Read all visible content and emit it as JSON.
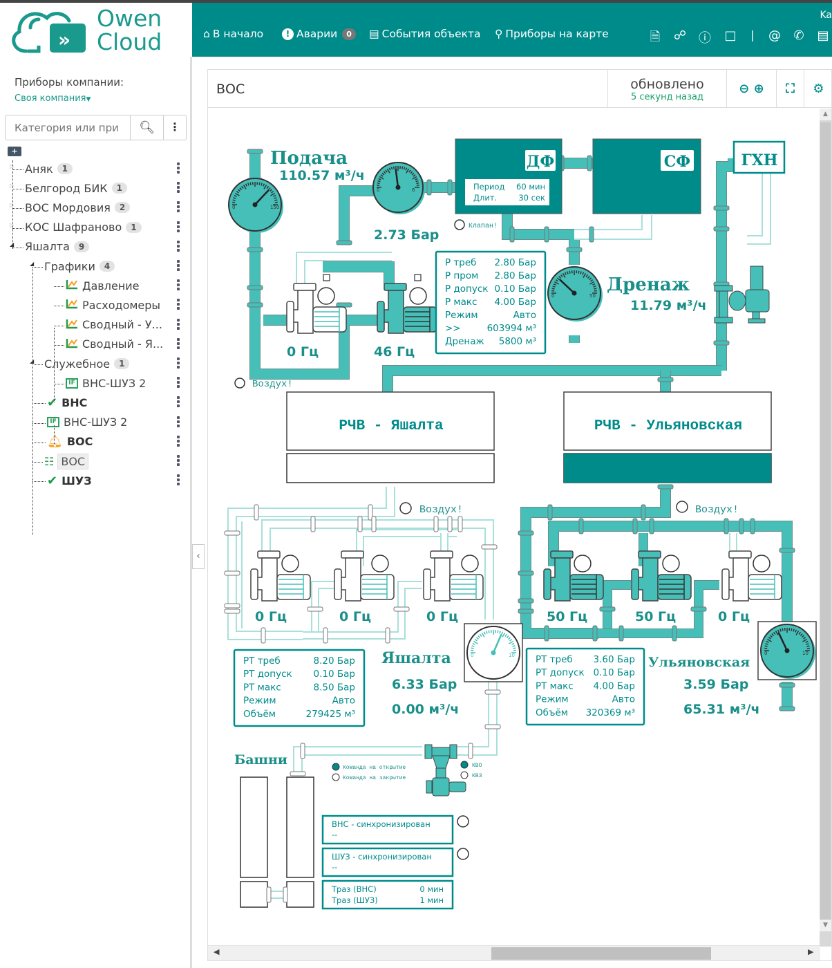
{
  "app": {
    "logo_line1": "Owen",
    "logo_line2": "Cloud"
  },
  "nav": {
    "home": "В начало",
    "alarms": "Аварии",
    "alarms_count": "0",
    "events": "События объекта",
    "map": "Приборы на карте",
    "user_initial": "Ka",
    "icons": [
      "document-icon",
      "lock-icon",
      "help-icon",
      "chat-icon",
      "separator",
      "email-icon",
      "phone-icon",
      "toolbox-icon"
    ]
  },
  "sidebar": {
    "title": "Приборы компании:",
    "company": "Своя компания",
    "search_placeholder": "Категория или при",
    "tree": [
      {
        "label": "Аняк",
        "badge": "1",
        "level": 0,
        "type": "folder"
      },
      {
        "label": "Белгород БИК",
        "badge": "1",
        "level": 0,
        "type": "folder"
      },
      {
        "label": "ВОС Мордовия",
        "badge": "2",
        "level": 0,
        "type": "folder"
      },
      {
        "label": "КОС Шафраново",
        "badge": "1",
        "level": 0,
        "type": "folder"
      },
      {
        "label": "Яшалта",
        "badge": "9",
        "level": 0,
        "type": "folder-open"
      },
      {
        "label": "Графики",
        "badge": "4",
        "level": 1,
        "type": "folder-open"
      },
      {
        "label": "Давление",
        "level": 2,
        "type": "chart"
      },
      {
        "label": "Расходомеры",
        "level": 2,
        "type": "chart"
      },
      {
        "label": "Сводный - У...",
        "level": 2,
        "type": "chart"
      },
      {
        "label": "Сводный - Я...",
        "level": 2,
        "type": "chart"
      },
      {
        "label": "Служебное",
        "badge": "1",
        "level": 1,
        "type": "folder-open"
      },
      {
        "label": "ВНС-ШУЗ 2",
        "level": 2,
        "type": "if"
      },
      {
        "label": "ВНС",
        "level": 1,
        "type": "check"
      },
      {
        "label": "ВНС-ШУЗ 2",
        "level": 1,
        "type": "if"
      },
      {
        "label": "ВОС",
        "level": 1,
        "type": "bell"
      },
      {
        "label": "ВОС",
        "level": 1,
        "type": "scheme",
        "selected": true
      },
      {
        "label": "ШУЗ",
        "level": 1,
        "type": "check"
      }
    ]
  },
  "panel": {
    "title": "ВОС",
    "updated_label": "обновлено",
    "updated_ago": "5 секунд назад"
  },
  "scheme": {
    "colors": {
      "accent": "#008b8b",
      "pipe": "#45bfb8",
      "pipe_light": "#a8e0dc",
      "text": "#1a8f8a"
    },
    "supply": {
      "title": "Подача",
      "flow": "110.57 м³/ч",
      "gauge_min": "0",
      "gauge_max": "150",
      "gauge_fraction": 0.74
    },
    "pressure_gauge": {
      "value": "2.73 Бар",
      "gauge_min": "0",
      "gauge_max": "6",
      "gauge_fraction": 0.46
    },
    "df": {
      "label": "ДФ",
      "rows": [
        {
          "k": "Период",
          "v": "60 мин"
        },
        {
          "k": "Длит.",
          "v": "30 сек"
        }
      ]
    },
    "sf": {
      "label": "СФ"
    },
    "ghn": {
      "label": "ГХН"
    },
    "valve_alarm": "Клапан!",
    "drain": {
      "title": "Дренаж",
      "flow": "11.79 м³/ч",
      "gauge_min": "0",
      "gauge_max": "50",
      "gauge_fraction": 0.24
    },
    "main_pumps": [
      {
        "freq": "0 Гц",
        "running": false
      },
      {
        "freq": "46 Гц",
        "running": true
      }
    ],
    "main_params": [
      {
        "k": "Р треб",
        "v": "2.80 Бар"
      },
      {
        "k": "Р пром",
        "v": "2.80 Бар"
      },
      {
        "k": "Р допуск",
        "v": "0.10 Бар"
      },
      {
        "k": "Р макс",
        "v": "4.00 Бар"
      },
      {
        "k": "Режим",
        "v": "Авто"
      },
      {
        "k": ">>",
        "v": "603994 м³"
      },
      {
        "k": "Дренаж",
        "v": "5800 м³"
      }
    ],
    "air_alarm": "Воздух!",
    "tank_yashalta": {
      "label": "РЧВ - Яшалта",
      "level_fraction": 0.0
    },
    "tank_ulyanovsk": {
      "label": "РЧВ - Ульяновская",
      "level_fraction": 1.0
    },
    "yashalta": {
      "title": "Яшалта",
      "pressure": "6.33 Бар",
      "flow": "0.00 м³/ч",
      "gauge_min": "0",
      "gauge_max": "10",
      "gauge_fraction": 0.63,
      "pumps": [
        {
          "freq": "0 Гц",
          "running": false
        },
        {
          "freq": "0 Гц",
          "running": false
        },
        {
          "freq": "0 Гц",
          "running": false
        }
      ],
      "params": [
        {
          "k": "РТ треб",
          "v": "8.20 Бар"
        },
        {
          "k": "РТ допуск",
          "v": "0.10 Бар"
        },
        {
          "k": "РТ макс",
          "v": "8.50 Бар"
        },
        {
          "k": "Режим",
          "v": "Авто"
        },
        {
          "k": "Объём",
          "v": "279425 м³"
        }
      ]
    },
    "ulyanovsk": {
      "title": "Ульяновская",
      "pressure": "3.59 Бар",
      "flow": "65.31 м³/ч",
      "gauge_min": "0",
      "gauge_max": "10",
      "gauge_fraction": 0.36,
      "pumps": [
        {
          "freq": "50 Гц",
          "running": true
        },
        {
          "freq": "50 Гц",
          "running": true
        },
        {
          "freq": "0 Гц",
          "running": false
        }
      ],
      "params": [
        {
          "k": "РТ треб",
          "v": "3.60 Бар"
        },
        {
          "k": "РТ допуск",
          "v": "0.10 Бар"
        },
        {
          "k": "РТ макс",
          "v": "4.00 Бар"
        },
        {
          "k": "Режим",
          "v": "Авто"
        },
        {
          "k": "Объём",
          "v": "320369 м³"
        }
      ]
    },
    "towers": {
      "title": "Башни",
      "cmd_open": "Команда на открытие",
      "cmd_close": "Команда на закрытие",
      "kvo": "КВО",
      "kvz": "КВЗ",
      "vns_sync": "ВНС - синхронизирован",
      "vns_sync_value": "--",
      "shuz_sync": "ШУЗ - синхронизирован",
      "shuz_sync_value": "--",
      "times": [
        {
          "k": "Траз (ВНС)",
          "v": "0 мин"
        },
        {
          "k": "Траз (ШУЗ)",
          "v": "1 мин"
        }
      ]
    }
  }
}
